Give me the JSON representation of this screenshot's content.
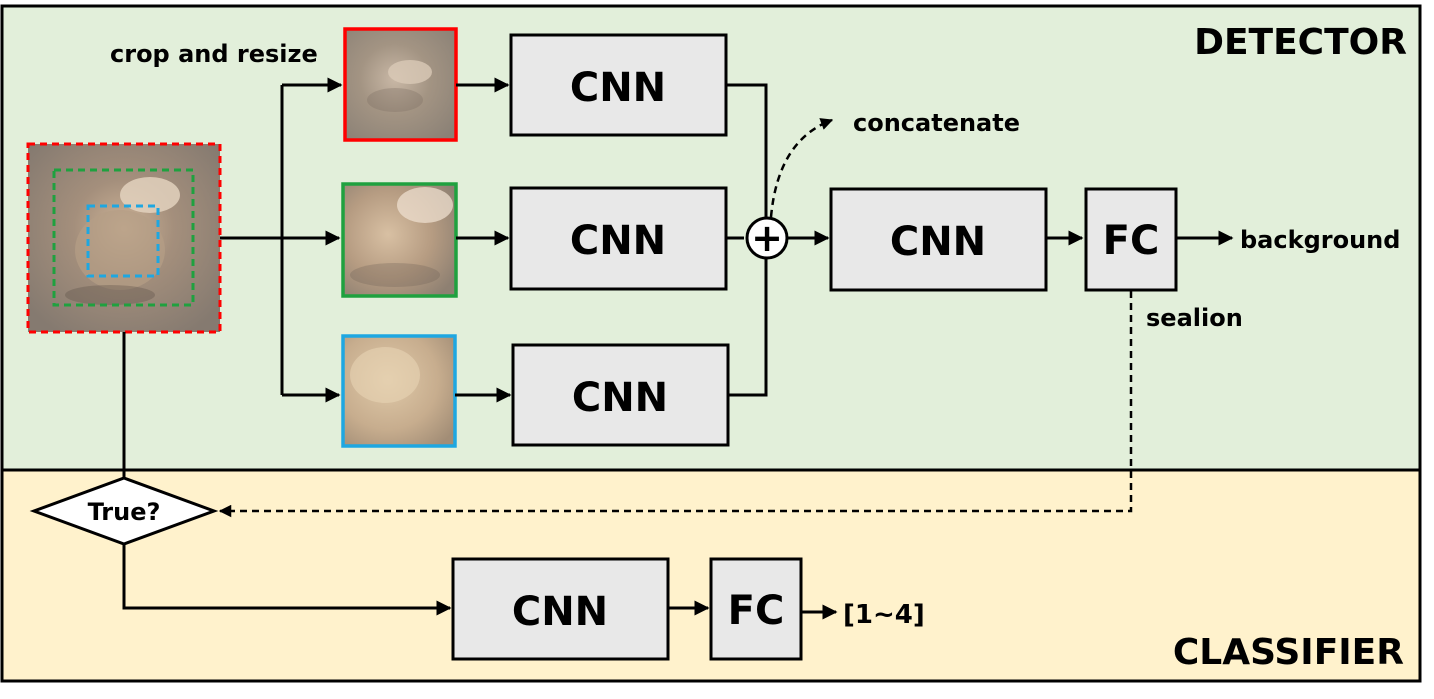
{
  "detector": {
    "title": "DETECTOR",
    "crop_label": "crop and resize",
    "concat_label": "concatenate",
    "cnn_top": "CNN",
    "cnn_mid": "CNN",
    "cnn_bot": "CNN",
    "cnn_merge": "CNN",
    "fc": "FC",
    "plus_symbol": "+",
    "out_background": "background",
    "out_sealion": "sealion"
  },
  "classifier": {
    "title": "CLASSIFIER",
    "decision": "True?",
    "cnn": "CNN",
    "fc": "FC",
    "output": "[1~4]"
  },
  "colors": {
    "detector_bg": "#e2efda",
    "classifier_bg": "#fff2cc",
    "red_crop": "#ff0000",
    "green_crop": "#1fa13f",
    "blue_crop": "#1ea7e1",
    "box_fill": "#e8e8e8"
  }
}
